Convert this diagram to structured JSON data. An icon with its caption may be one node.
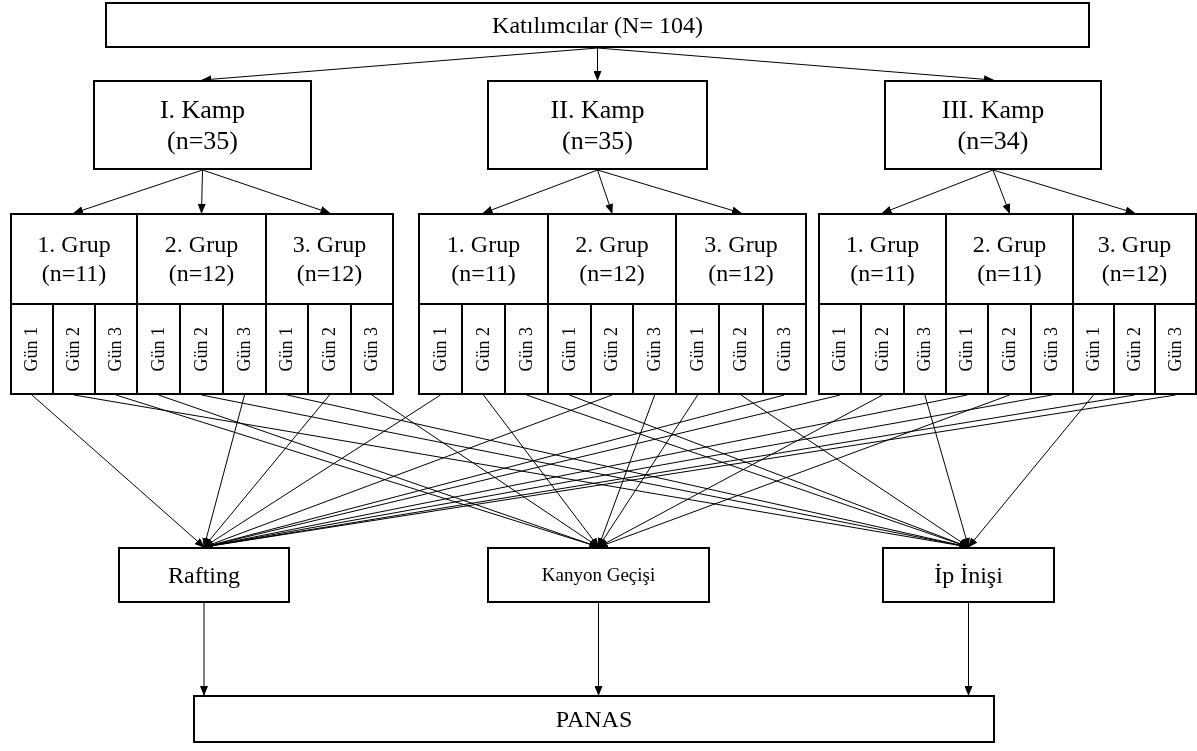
{
  "diagram": {
    "nodes": [
      {
        "text": [
          "Katılımcılar (N= 104)"
        ]
      },
      {
        "text": [
          "I. Kamp (n=35)"
        ]
      },
      {
        "text": [
          "II. Kamp (n=35)"
        ]
      },
      {
        "text": [
          "III. Kamp (n=34)"
        ]
      },
      {
        "text": [
          "1. Grup (n=11)"
        ]
      },
      {
        "text": [
          "2. Grup (n=12)"
        ]
      },
      {
        "text": [
          "3. Grup (n=12)"
        ]
      },
      {
        "text": [
          "1. Grup (n=11)"
        ]
      },
      {
        "text": [
          "2. Grup (n=12)"
        ]
      },
      {
        "text": [
          "3. Grup (n=12)"
        ]
      },
      {
        "text": [
          "1. Grup (n=11)"
        ]
      },
      {
        "text": [
          "2. Grup (n=11)"
        ]
      },
      {
        "text": [
          "3. Grup (n=12)"
        ]
      },
      {
        "text": [
          "Gün 1"
        ]
      },
      {
        "text": [
          "Gün 2"
        ]
      },
      {
        "text": [
          "Gün 3"
        ]
      },
      {
        "text": [
          "Gün 1"
        ]
      },
      {
        "text": [
          "Gün 2"
        ]
      },
      {
        "text": [
          "Gün 3"
        ]
      },
      {
        "text": [
          "Gün 1"
        ]
      },
      {
        "text": [
          "Gün 2"
        ]
      },
      {
        "text": [
          "Gün 3"
        ]
      },
      {
        "text": [
          "Gün 1"
        ]
      },
      {
        "text": [
          "Gün 2"
        ]
      },
      {
        "text": [
          "Gün 3"
        ]
      },
      {
        "text": [
          "Gün 1"
        ]
      },
      {
        "text": [
          "Gün 2"
        ]
      },
      {
        "text": [
          "Gün 3"
        ]
      },
      {
        "text": [
          "Gün 1"
        ]
      },
      {
        "text": [
          "Gün 2"
        ]
      },
      {
        "text": [
          "Gün 3"
        ]
      },
      {
        "text": [
          "Gün 1"
        ]
      },
      {
        "text": [
          "Gün 2"
        ]
      },
      {
        "text": [
          "Gün 3"
        ]
      },
      {
        "text": [
          "Gün 1"
        ]
      },
      {
        "text": [
          "Gün 2"
        ]
      },
      {
        "text": [
          "Gün 3"
        ]
      },
      {
        "text": [
          "Gün 1"
        ]
      },
      {
        "text": [
          "Gün 2"
        ]
      },
      {
        "text": [
          "Gün 3"
        ]
      },
      {
        "text": [
          "Rafting"
        ]
      },
      {
        "text": [
          "Kanyon Geçişi"
        ]
      },
      {
        "text": [
          "İp İnişi"
        ]
      },
      {
        "text": [
          "PANAS"
        ]
      }
    ],
    "edges": [
      {
        "from": 0,
        "to": 1,
        "arrow": "to"
      },
      {
        "from": 0,
        "to": 2,
        "arrow": "to"
      },
      {
        "from": 0,
        "to": 3,
        "arrow": "to"
      },
      {
        "from": 1,
        "to": 4,
        "arrow": "to"
      },
      {
        "from": 1,
        "to": 5,
        "arrow": "to"
      },
      {
        "from": 1,
        "to": 6,
        "arrow": "to"
      },
      {
        "from": 2,
        "to": 7,
        "arrow": "to"
      },
      {
        "from": 2,
        "to": 8,
        "arrow": "to"
      },
      {
        "from": 2,
        "to": 9,
        "arrow": "to"
      },
      {
        "from": 3,
        "to": 10,
        "arrow": "to"
      },
      {
        "from": 3,
        "to": 11,
        "arrow": "to"
      },
      {
        "from": 3,
        "to": 12,
        "arrow": "to"
      },
      {
        "from": 13,
        "to": 40,
        "arrow": "to"
      },
      {
        "from": 14,
        "to": 42,
        "arrow": "to"
      },
      {
        "from": 15,
        "to": 41,
        "arrow": "to"
      },
      {
        "from": 16,
        "to": 41,
        "arrow": "to"
      },
      {
        "from": 17,
        "to": 42,
        "arrow": "to"
      },
      {
        "from": 18,
        "to": 40,
        "arrow": "to"
      },
      {
        "from": 19,
        "to": 42,
        "arrow": "to"
      },
      {
        "from": 20,
        "to": 40,
        "arrow": "to"
      },
      {
        "from": 21,
        "to": 41,
        "arrow": "to"
      },
      {
        "from": 22,
        "to": 40,
        "arrow": "to"
      },
      {
        "from": 23,
        "to": 41,
        "arrow": "to"
      },
      {
        "from": 24,
        "to": 42,
        "arrow": "to"
      },
      {
        "from": 25,
        "to": 42,
        "arrow": "to"
      },
      {
        "from": 26,
        "to": 40,
        "arrow": "to"
      },
      {
        "from": 27,
        "to": 41,
        "arrow": "to"
      },
      {
        "from": 28,
        "to": 41,
        "arrow": "to"
      },
      {
        "from": 29,
        "to": 42,
        "arrow": "to"
      },
      {
        "from": 30,
        "to": 40,
        "arrow": "to"
      },
      {
        "from": 31,
        "to": 40,
        "arrow": "to"
      },
      {
        "from": 32,
        "to": 41,
        "arrow": "to"
      },
      {
        "from": 33,
        "to": 42,
        "arrow": "to"
      },
      {
        "from": 34,
        "to": 40,
        "arrow": "to"
      },
      {
        "from": 35,
        "to": 41,
        "arrow": "to"
      },
      {
        "from": 36,
        "to": 40,
        "arrow": "to"
      },
      {
        "from": 37,
        "to": 42,
        "arrow": "to"
      },
      {
        "from": 38,
        "to": 40,
        "arrow": "to"
      },
      {
        "from": 39,
        "to": 40,
        "arrow": "to"
      },
      {
        "from": 40,
        "to": 43,
        "arrow": "to"
      },
      {
        "from": 41,
        "to": 43,
        "arrow": "to"
      },
      {
        "from": 42,
        "to": 43,
        "arrow": "to"
      }
    ]
  }
}
